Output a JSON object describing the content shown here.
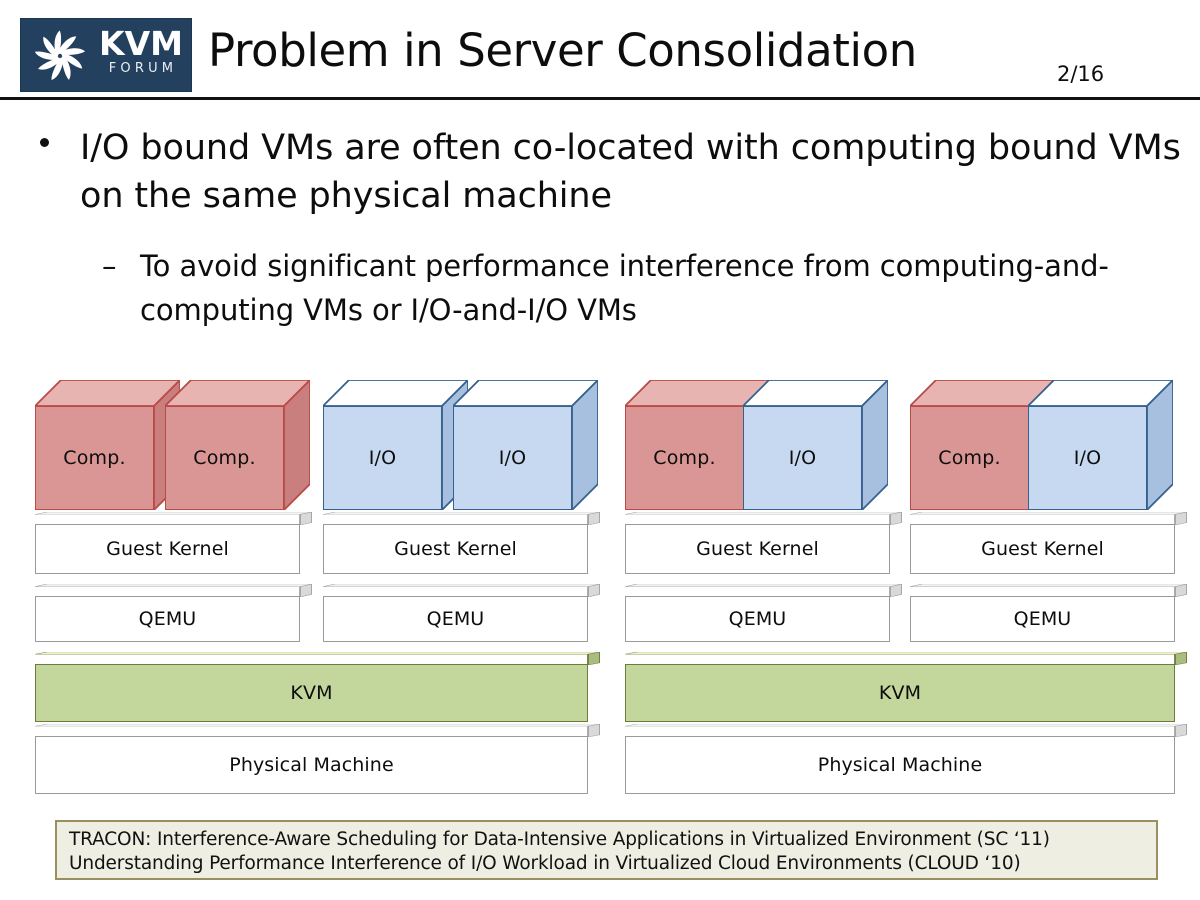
{
  "header": {
    "logo": {
      "name": "kvm-forum-logo",
      "primary_text": "KVM",
      "secondary_text": "FORUM",
      "background_color": "#23415e",
      "mark": "pinwheel-icon"
    },
    "title": "Problem in Server Consolidation",
    "page_number": "2/16"
  },
  "content": {
    "bullet1": "I/O bound VMs are often co-located with computing bound VMs on the same physical machine",
    "bullet1_dash": "•",
    "bullet2": "To avoid significant performance interference from computing-and-computing VMs or I/O-and-I/O VMs",
    "bullet2_dash": "–"
  },
  "diagram": {
    "machines": [
      {
        "name": "machine-1",
        "kvm_label": "KVM",
        "physical_label": "Physical Machine",
        "vms": [
          {
            "cubes": [
              {
                "label": "Comp.",
                "kind": "red"
              },
              {
                "label": "Comp.",
                "kind": "red"
              }
            ],
            "guest_label": "Guest Kernel",
            "qemu_label": "QEMU"
          }
        ]
      },
      {
        "name": "machine-2",
        "kvm_label": "KVM",
        "physical_label": "Physical Machine",
        "vms": [
          {
            "cubes": [
              {
                "label": "I/O",
                "kind": "blue"
              },
              {
                "label": "I/O",
                "kind": "blue"
              }
            ],
            "guest_label": "Guest Kernel",
            "qemu_label": "QEMU"
          }
        ]
      },
      {
        "name": "machine-3",
        "kvm_label": "KVM",
        "physical_label": "Physical Machine",
        "vms": [
          {
            "cubes": [
              {
                "label": "Comp.",
                "kind": "red"
              },
              {
                "label": "I/O",
                "kind": "blue"
              }
            ],
            "guest_label": "Guest Kernel",
            "qemu_label": "QEMU"
          }
        ]
      },
      {
        "name": "machine-4",
        "kvm_label": "KVM",
        "physical_label": "Physical Machine",
        "vms": [
          {
            "cubes": [
              {
                "label": "Comp.",
                "kind": "red"
              },
              {
                "label": "I/O",
                "kind": "blue"
              }
            ],
            "guest_label": "Guest Kernel",
            "qemu_label": "QEMU"
          }
        ]
      }
    ],
    "stacks": [
      {
        "cube_left": "Comp.",
        "cube_left_kind": "red",
        "cube_right": "Comp.",
        "cube_right_kind": "red",
        "guest": "Guest Kernel",
        "qemu": "QEMU"
      },
      {
        "cube_left": "I/O",
        "cube_left_kind": "blue",
        "cube_right": "I/O",
        "cube_right_kind": "blue",
        "guest": "Guest Kernel",
        "qemu": "QEMU"
      },
      {
        "cube_left": "Comp.",
        "cube_left_kind": "red",
        "cube_right": "I/O",
        "cube_right_kind": "blue",
        "guest": "Guest Kernel",
        "qemu": "QEMU"
      },
      {
        "cube_left": "Comp.",
        "cube_left_kind": "red",
        "cube_right": "I/O",
        "cube_right_kind": "blue",
        "guest": "Guest Kernel",
        "qemu": "QEMU"
      }
    ],
    "kvm_bars": [
      "KVM",
      "KVM"
    ],
    "physical_bars": [
      "Physical Machine",
      "Physical Machine"
    ],
    "colors": {
      "comp_cube_front": "#d99694",
      "comp_cube_top": "#e8b4b2",
      "comp_cube_side": "#c97f7d",
      "comp_cube_border": "#b94a48",
      "io_cube_front": "#c6d9f0",
      "io_cube_top": "#ffffff",
      "io_cube_side": "#a8c0e0",
      "io_cube_border": "#36618f",
      "kvm_front": "#c3d69b",
      "kvm_top": "#f2f2c9",
      "kvm_side": "#a9bd80",
      "kvm_border": "#6c7c3a",
      "slab_front": "#ffffff",
      "slab_face_3d": "#e0e0e0",
      "slab_border": "#9a9a9a"
    }
  },
  "footnote": {
    "line1": "TRACON: Interference-Aware Scheduling for Data-Intensive Applications in Virtualized Environment (SC ‘11)",
    "line2": "Understanding Performance Interference of I/O Workload in Virtualized Cloud Environments (CLOUD ‘10)",
    "background_color": "#efeee2",
    "border_color": "#9a8f5e"
  }
}
